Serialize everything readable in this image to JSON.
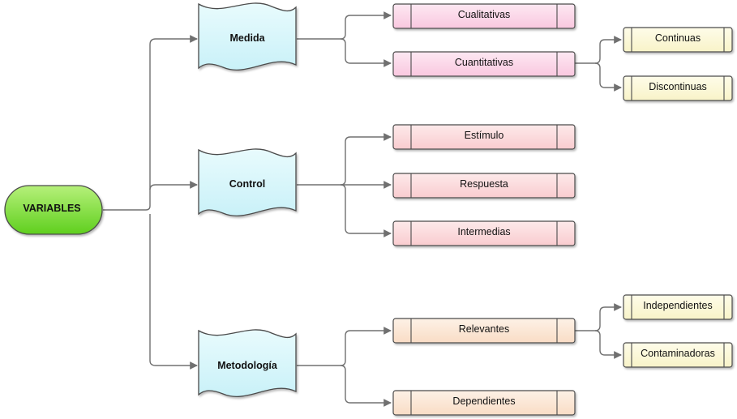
{
  "root": {
    "label": "VARIABLES"
  },
  "categories": [
    {
      "label": "Medida"
    },
    {
      "label": "Control"
    },
    {
      "label": "Metodología"
    }
  ],
  "items": {
    "cualitativas": "Cualitativas",
    "cuantitativas": "Cuantitativas",
    "estimulo": "Estímulo",
    "respuesta": "Respuesta",
    "intermedias": "Intermedias",
    "relevantes": "Relevantes",
    "dependientes": "Dependientes"
  },
  "subitems": {
    "continuas": "Continuas",
    "discontinuas": "Discontinuas",
    "independientes": "Independientes",
    "contaminadoras": "Contaminadoras"
  },
  "colors": {
    "root_fill": "#7ee03a",
    "category_fill": "#d8f6fb",
    "medida_items_fill": "#fbd0e6",
    "control_items_fill": "#fbd3d6",
    "metodologia_items_fill": "#fbe3cf",
    "subitems_fill": "#fbf7d4",
    "connector": "#707070"
  }
}
